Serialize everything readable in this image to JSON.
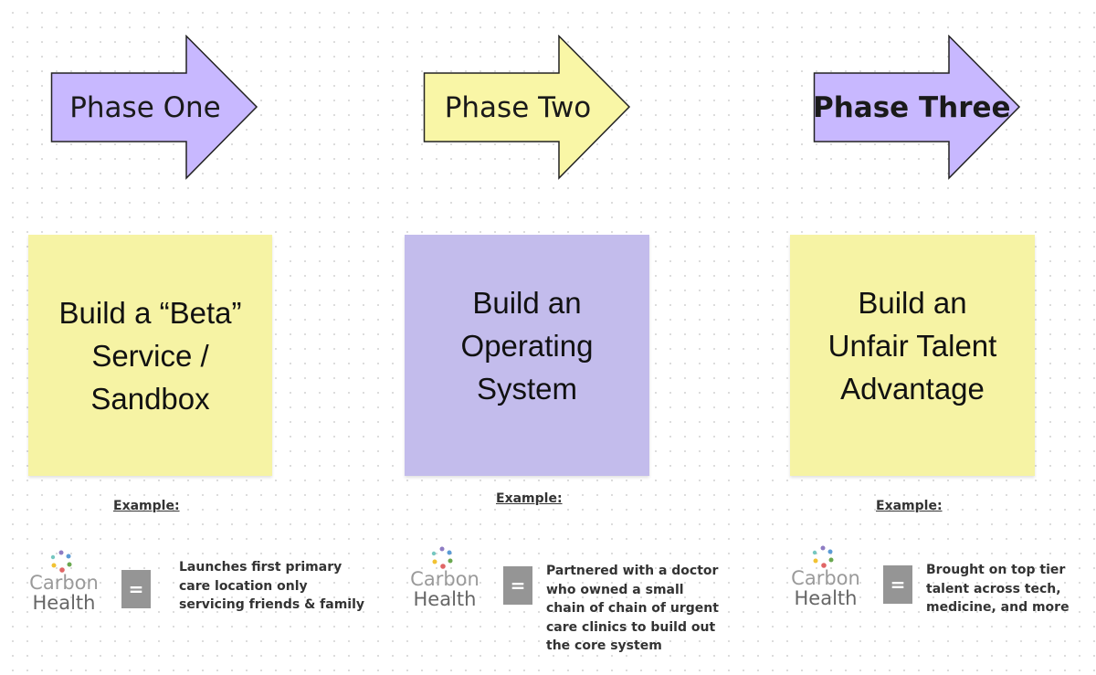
{
  "phases": [
    {
      "label": "Phase One",
      "color": "#c8b8ff"
    },
    {
      "label": "Phase Two",
      "color": "#f9f6a6"
    },
    {
      "label": "Phase Three",
      "color": "#c8b8ff"
    }
  ],
  "notes": [
    {
      "text": "Build a “Beta”\nService /\nSandbox",
      "color": "#f6f3a4"
    },
    {
      "text": "Build an\nOperating\nSystem",
      "color": "#c3bcec"
    },
    {
      "text": "Build an\nUnfair Talent\nAdvantage",
      "color": "#f6f3a4"
    }
  ],
  "examples": [
    {
      "label": "Example:",
      "logo_line1": "Carbon",
      "logo_line2": "Health",
      "equals": "=",
      "description": "Launches first primary\ncare location only\nservicing friends & family"
    },
    {
      "label": "Example:",
      "logo_line1": "Carbon",
      "logo_line2": "Health",
      "equals": "=",
      "description": "Partnered with a doctor\nwho owned a small\nchain of chain of urgent\ncare clinics to build out\nthe core system"
    },
    {
      "label": "Example:",
      "logo_line1": "Carbon",
      "logo_line2": "Health",
      "equals": "=",
      "description": "Brought on top tier\ntalent across tech,\nmedicine, and more"
    }
  ],
  "logo_dot_colors": [
    "#8e7cc3",
    "#5b9bd5",
    "#6aa84f",
    "#e06666",
    "#f1c232",
    "#76c7c0",
    "#a64d79"
  ],
  "icons": {
    "logo": "carbon-health-dots-icon"
  }
}
